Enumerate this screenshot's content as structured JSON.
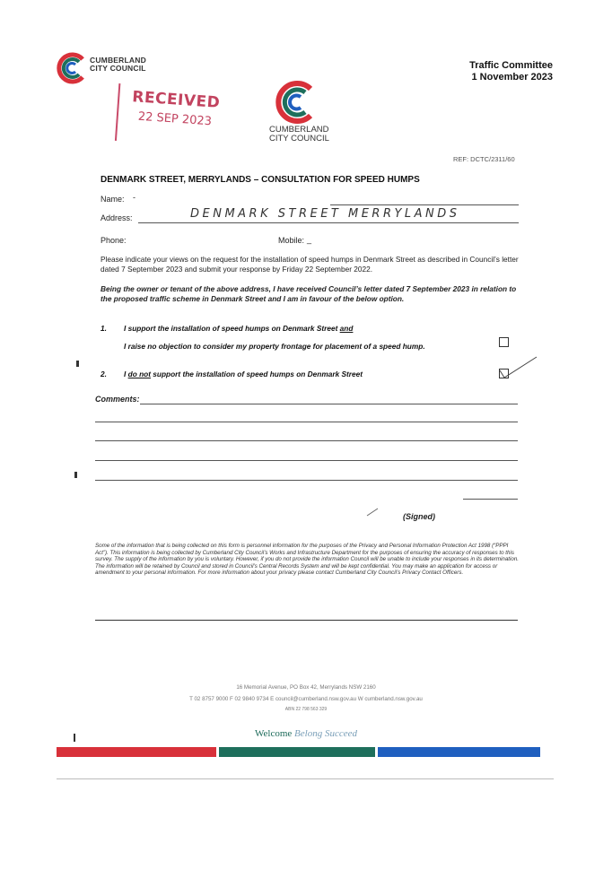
{
  "header": {
    "logo_small_text": "CUMBERLAND\nCITY COUNCIL",
    "committee": "Traffic Committee",
    "date": "1 November 2023"
  },
  "stamp": {
    "word": "RECEIVED",
    "date": "22 SEP 2023"
  },
  "logo_mid_text": "CUMBERLAND\nCITY COUNCIL",
  "colors": {
    "red": "#d8313a",
    "green": "#1e6f5c",
    "blue": "#1f5fbf",
    "stamp": "#c2435f"
  },
  "form": {
    "ref": "REF: DCTC/2311/60",
    "title": "DENMARK STREET, MERRYLANDS – CONSULTATION FOR SPEED HUMPS",
    "name_label": "Name:",
    "name_value": "-",
    "address_label": "Address:",
    "address_value": "DENMARK STREET MERRYLANDS",
    "phone_label": "Phone:",
    "mobile_label": "Mobile:",
    "mobile_value": "_",
    "intro": "Please indicate your views on the request for the installation of speed humps in Denmark Street as described in Council’s letter dated 7 September 2023 and submit your response by Friday 22 September 2022.",
    "statement": "Being the owner or tenant of the above address, I have received Council’s letter dated 7 September 2023 in relation to the proposed traffic scheme in Denmark Street and I am in favour of the below option.",
    "option1_num": "1.",
    "option1_line1_a": "I support the installation of speed humps on Denmark Street ",
    "option1_line1_b": "and",
    "option1_line2": "I raise no objection to consider my property frontage for placement of a speed hump.",
    "option1_checked": false,
    "option2_num": "2.",
    "option2_a": "I ",
    "option2_b": "do not",
    "option2_c": " support the installation of speed humps on Denmark Street",
    "option2_checked": true,
    "comments_label": "Comments:",
    "signed_label": "(Signed)",
    "privacy": "Some of the information that is being collected on this form is personnel information for the purposes of the Privacy and Personal Information Protection Act 1998 (“PPPI Act”). This information is being collected by Cumberland City Council’s Works and Infrastructure Department for the purposes of ensuring the accuracy of responses to this survey. The supply of the information by you is voluntary. However, if you do not provide the information Council will be unable to include your responses in its determination. The information will be retained by Council and stored in Council’s Central Records System and will be kept confidential. You may make an application for access or amendment to your personal information. For more information about your privacy please contact Cumberland City Council’s Privacy Contact Officers."
  },
  "footer": {
    "address": "16 Memorial Avenue, PO Box 42, Merrylands NSW 2160",
    "contacts": "T 02 8757 9000   F 02 9840 9734   E council@cumberland.nsw.gov.au   W cumberland.nsw.gov.au",
    "abn": "ABN 22 798 563 329",
    "slogan_a": "Welcome",
    "slogan_b": "Belong",
    "slogan_c": "Succeed"
  }
}
